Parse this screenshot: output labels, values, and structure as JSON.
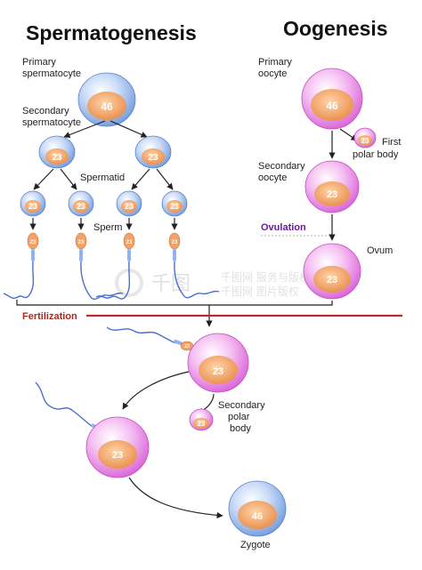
{
  "titles": {
    "left": "Spermatogenesis",
    "right": "Oogenesis"
  },
  "labels": {
    "primary_spermatocyte_1": "Primary",
    "primary_spermatocyte_2": "spermatocyte",
    "secondary_spermatocyte_1": "Secondary",
    "secondary_spermatocyte_2": "spermatocyte",
    "spermatid": "Spermatid",
    "sperm": "Sperm",
    "primary_oocyte_1": "Primary",
    "primary_oocyte_2": "oocyte",
    "first_polar_body_1": "First",
    "first_polar_body_2": "polar body",
    "secondary_oocyte_1": "Secondary",
    "secondary_oocyte_2": "oocyte",
    "ovulation": "Ovulation",
    "ovum": "Ovum",
    "fertilization": "Fertilization",
    "secondary_polar_body_1": "Secondary",
    "secondary_polar_body_2": "polar",
    "secondary_polar_body_3": "body",
    "zygote": "Zygote"
  },
  "chromosomes": {
    "diploid": "46",
    "haploid": "23"
  },
  "watermark": {
    "logo": "千图",
    "text1": "千图网 服务与版权",
    "text2": "千图网 图片版权"
  },
  "colors": {
    "blue_cell": "#7fa6e6",
    "pink_cell": "#e873e6",
    "nucleus": "#f2a266",
    "fertilization_line": "#c0282b",
    "ovulation_text": "#6a1b9a",
    "fertilization_text": "#b3261e"
  }
}
